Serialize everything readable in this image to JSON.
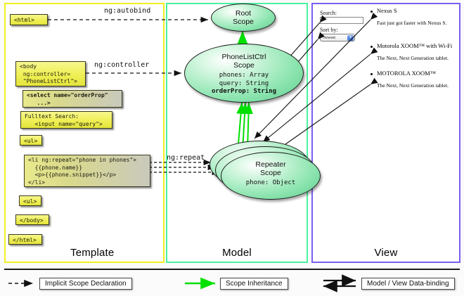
{
  "panels": {
    "template": {
      "label": "Template",
      "border_color": "#f2ef22"
    },
    "model": {
      "label": "Model",
      "border_color": "#4af2a0"
    },
    "view": {
      "label": "View",
      "border_color": "#7b5ef0"
    }
  },
  "template_code": [
    {
      "name": "html-open",
      "text": "<html>"
    },
    {
      "name": "body-controller",
      "text": "<body\n ng:controller=\n \"PhoneListCtrl\">"
    },
    {
      "name": "select-orderprop",
      "text": "<select name=\"orderProp\"\n   ...>"
    },
    {
      "name": "fulltext-search",
      "text": "Fulltext Search:\n   <input name=\"query\">"
    },
    {
      "name": "ul-open",
      "text": "<ul>"
    },
    {
      "name": "li-ngrepeat",
      "text": "<li ng:repeat=\"phone in phones\">\n  {{phone.name}}\n  <p>{{phone.snippet}}</p>\n</li>"
    },
    {
      "name": "ul-close",
      "text": "<ul>"
    },
    {
      "name": "body-close",
      "text": "</body>"
    },
    {
      "name": "html-close",
      "text": "</html>"
    }
  ],
  "connector_labels": {
    "autobind": "ng:autobind",
    "controller": "ng:controller",
    "repeat": "ng:repeat"
  },
  "scopes": [
    {
      "name": "root-scope",
      "title": "Root\nScope",
      "props": ""
    },
    {
      "name": "phonelistctrl-scope",
      "title": "PhoneListCtrl\nScope",
      "props_plain": "phones: Array\nquery: String\n",
      "props_bold": "orderProp: String"
    },
    {
      "name": "repeater-scope",
      "title": "Repeater\nScope",
      "props": "phone: Object"
    }
  ],
  "view": {
    "search_label": "Search:",
    "search_value": "",
    "sort_label": "Sort by:",
    "sort_selected": "Newest",
    "sort_options": [
      "Newest"
    ],
    "phones": [
      {
        "title": "Nexus S",
        "desc": "Fast just got faster with Nexus S."
      },
      {
        "title": "Motorola XOOM™ with Wi-Fi",
        "desc": "The Next, Next Generation tablet."
      },
      {
        "title": "MOTOROLA XOOM™",
        "desc": "The Next, Next Generation tablet."
      }
    ]
  },
  "legend": [
    {
      "name": "implicit-scope-declaration",
      "label": "Implicit Scope Declaration",
      "style": "dashed-black"
    },
    {
      "name": "scope-inheritance",
      "label": "Scope Inheritance",
      "style": "solid-green"
    },
    {
      "name": "model-view-data-binding",
      "label": "Model / View Data-binding",
      "style": "double-black"
    }
  ],
  "colors": {
    "inheritance_green": "#00e000",
    "code_box_yellow": "#efef55",
    "scope_green": "#93e7b4"
  }
}
